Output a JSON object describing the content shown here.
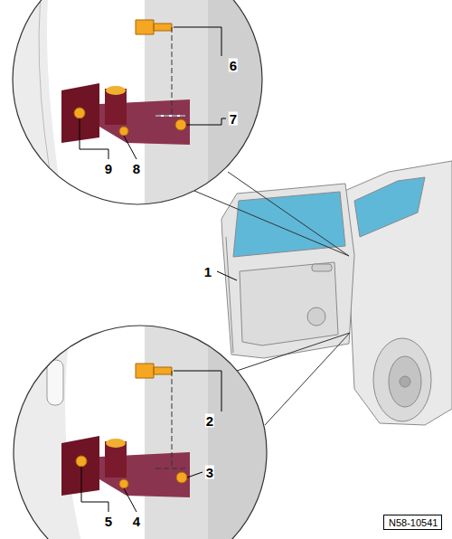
{
  "diagram": {
    "nodes": [
      {
        "text": [
          "N58-10541"
        ]
      }
    ],
    "labels": [
      "6",
      "7",
      "9",
      "8",
      "1",
      "2",
      "3",
      "5",
      "4"
    ]
  }
}
